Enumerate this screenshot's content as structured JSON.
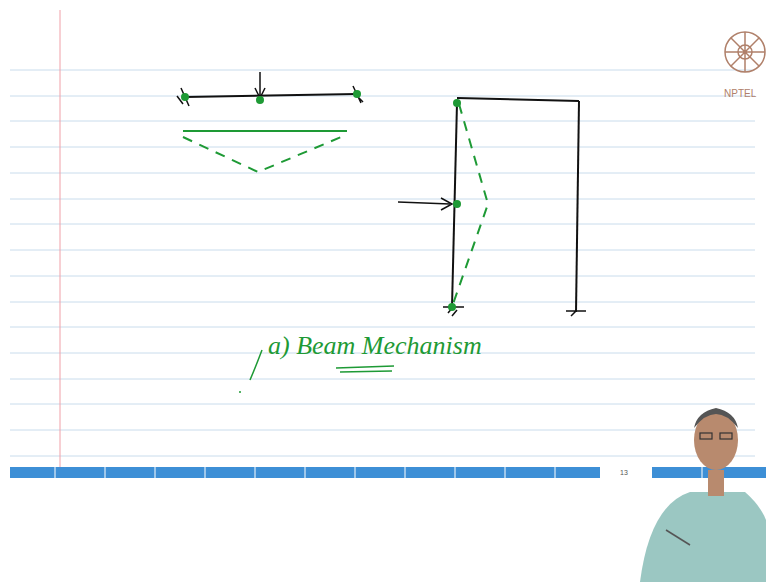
{
  "diagram": {
    "labels": [
      "a) Beam Mechanism",
      "NPTEL",
      "13"
    ]
  }
}
